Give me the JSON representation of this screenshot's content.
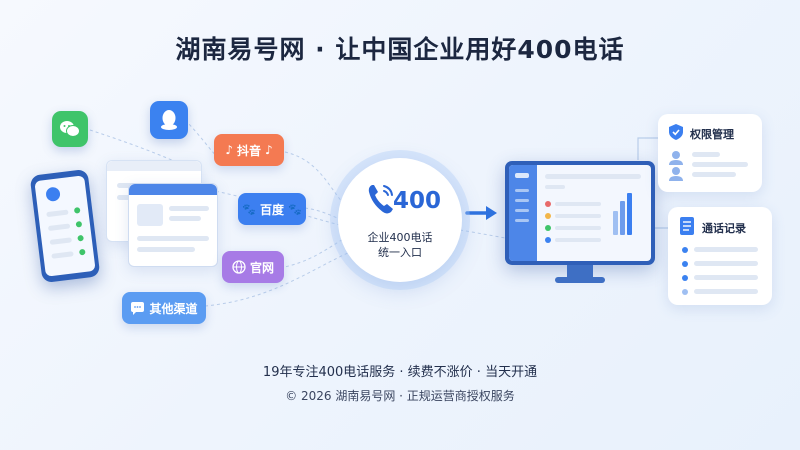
{
  "header": {
    "title": "湖南易号网 · 让中国企业用好400电话"
  },
  "channels": {
    "douyin": "抖音",
    "baidu": "百度",
    "website": "官网",
    "other": "其他渠道"
  },
  "hub": {
    "number": "400",
    "line1": "企业400电话",
    "line2": "统一入口"
  },
  "panels": {
    "permission": {
      "title": "权限管理"
    },
    "call_log": {
      "title": "通话记录"
    }
  },
  "footer": {
    "tagline": "19年专注400电话服务 · 续费不涨价 · 当天开通",
    "copyright": "© 2026 湖南易号网 · 正规运营商授权服务"
  },
  "colors": {
    "primary": "#2a66d6",
    "wechat": "#3fc46a",
    "qq": "#3b82f0",
    "douyin": "#f47a52",
    "baidu": "#3c7ff0",
    "website": "#a77be6",
    "other": "#5b9cf2"
  },
  "icons": [
    "wechat-icon",
    "qq-icon",
    "douyin-icon",
    "baidu-icon",
    "globe-icon",
    "chat-icon",
    "phone-icon",
    "arrow-right-icon",
    "shield-icon",
    "user-icon",
    "document-icon",
    "monitor-icon"
  ]
}
